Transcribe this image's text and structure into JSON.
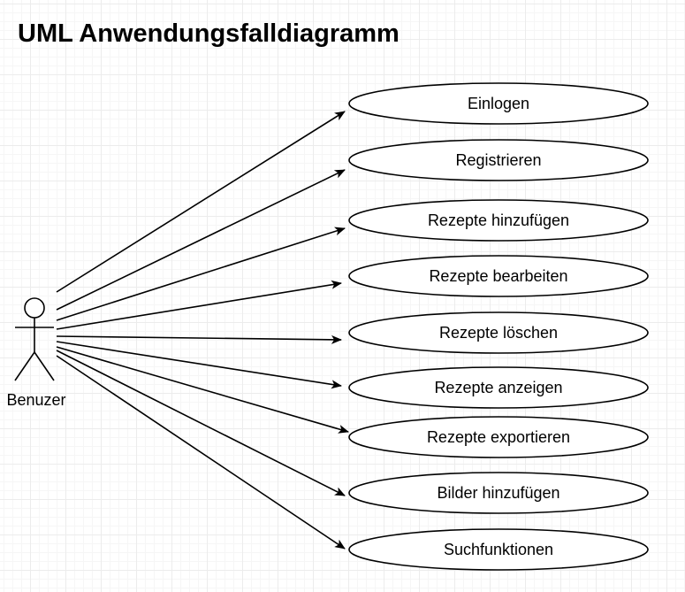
{
  "title": "UML Anwendungsfalldiagramm",
  "actor": {
    "name": "Benuzer"
  },
  "use_cases": [
    "Einlogen",
    "Registrieren",
    "Rezepte hinzufügen",
    "Rezepte bearbeiten",
    "Rezepte löschen",
    "Rezepte anzeigen",
    "Rezepte exportieren",
    "Bilder hinzufügen",
    "Suchfunktionen"
  ]
}
